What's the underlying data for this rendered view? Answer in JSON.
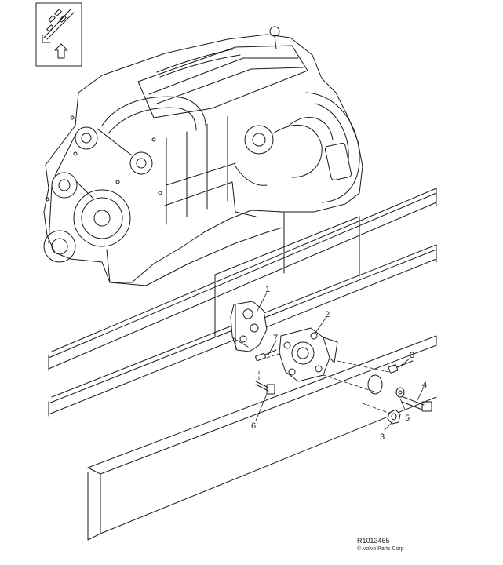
{
  "figure": {
    "reference_number": "R1013465",
    "copyright": "© Volvo Parts Corp",
    "callouts": [
      "1",
      "2",
      "3",
      "4",
      "5",
      "6",
      "7",
      "8"
    ]
  },
  "location_inset": {
    "icon": "vehicle-location-icon"
  },
  "colors": {
    "line": "#1a1a1a",
    "background": "#ffffff",
    "shade": "#d9d9d9"
  }
}
